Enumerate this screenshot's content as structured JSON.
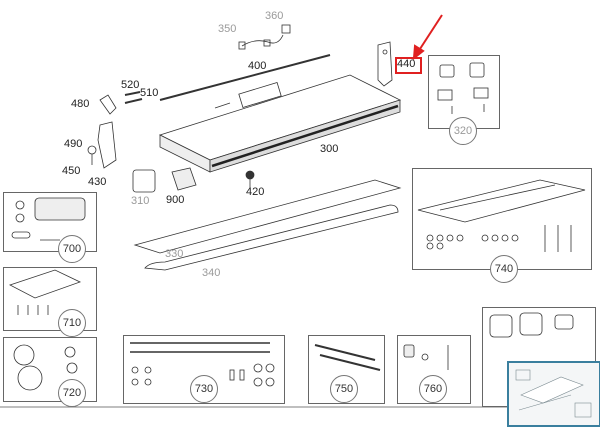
{
  "labels": {
    "l350": "350",
    "l360": "360",
    "l400": "400",
    "l440": "440",
    "l520": "520",
    "l510": "510",
    "l480": "480",
    "l490": "490",
    "l450": "450",
    "l430": "430",
    "l300": "300",
    "l320": "320",
    "l310": "310",
    "l900": "900",
    "l420": "420",
    "l330": "330",
    "l340": "340",
    "l700": "700",
    "l710": "710",
    "l720": "720",
    "l730": "730",
    "l740": "740",
    "l750": "750",
    "l760": "760"
  },
  "colors": {
    "highlight": "#e02020",
    "arrow": "#e02020",
    "thumb_border": "#3a7f9e"
  }
}
